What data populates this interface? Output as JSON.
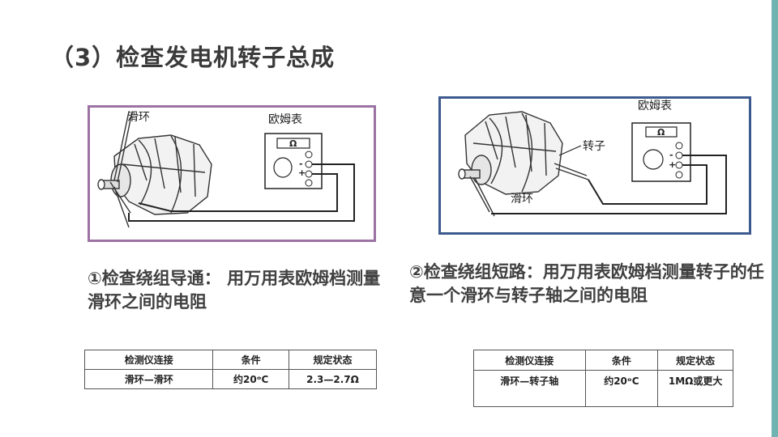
{
  "title": "（3）检查发电机转子总成",
  "left_diagram": {
    "slip_ring_label": "滑环",
    "ohmmeter_label": "欧姆表",
    "ohm_symbol": "Ω",
    "minus_sign": "-",
    "plus_sign": "+"
  },
  "right_diagram": {
    "rotor_label": "转子",
    "slip_ring_label": "滑环",
    "ohmmeter_label": "欧姆表",
    "ohm_symbol": "Ω",
    "minus_sign": "-",
    "plus_sign": "+"
  },
  "descriptions": {
    "left": "①检查绕组导通：  用万用表欧姆档测量滑环之间的电阻",
    "right": "②检查绕组短路：用万用表欧姆档测量转子的任意一个滑环与转子轴之间的电阻"
  },
  "tables": {
    "left": {
      "headers": [
        "检测仪连接",
        "条件",
        "规定状态"
      ],
      "row": [
        "滑环—滑环",
        "约20ᵒC",
        "2.3—2.7Ω"
      ]
    },
    "right": {
      "headers": [
        "检测仪连接",
        "条件",
        "规定状态"
      ],
      "row": [
        "滑环—转子轴",
        "约20ᵒC",
        "1MΩ或更大"
      ]
    }
  },
  "colors": {
    "left_frame": "#9c72a3",
    "right_frame": "#3c5a8e",
    "accent_strip": "#6fb4b0"
  }
}
